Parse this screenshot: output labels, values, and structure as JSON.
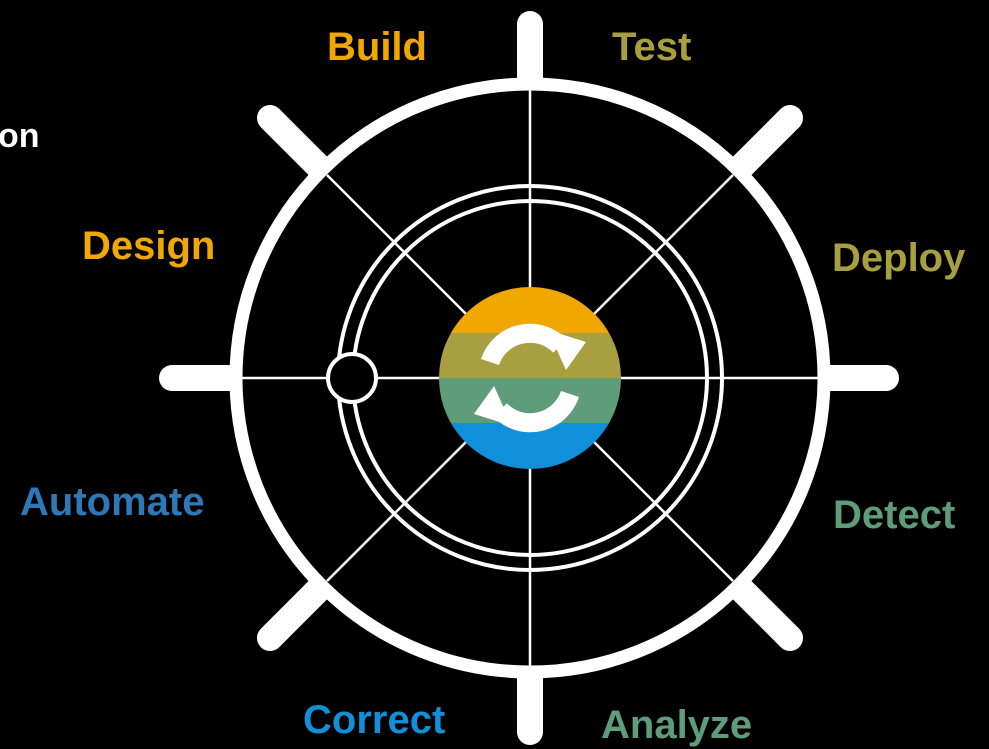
{
  "title_fragment": "on",
  "stages": [
    {
      "key": "build",
      "label": "Build",
      "color": "#f0a800"
    },
    {
      "key": "test",
      "label": "Test",
      "color": "#a8a040"
    },
    {
      "key": "deploy",
      "label": "Deploy",
      "color": "#a8a040"
    },
    {
      "key": "detect",
      "label": "Detect",
      "color": "#5f9c7a"
    },
    {
      "key": "analyze",
      "label": "Analyze",
      "color": "#5f9c7a"
    },
    {
      "key": "correct",
      "label": "Correct",
      "color": "#0f90d8"
    },
    {
      "key": "automate",
      "label": "Automate",
      "color": "#2f78b8"
    },
    {
      "key": "design",
      "label": "Design",
      "color": "#f0a800"
    }
  ],
  "hub_bands": [
    "#f0a800",
    "#a8a040",
    "#5f9c7a",
    "#0f90d8"
  ],
  "icons": {
    "hub": "refresh-cycle-icon"
  }
}
